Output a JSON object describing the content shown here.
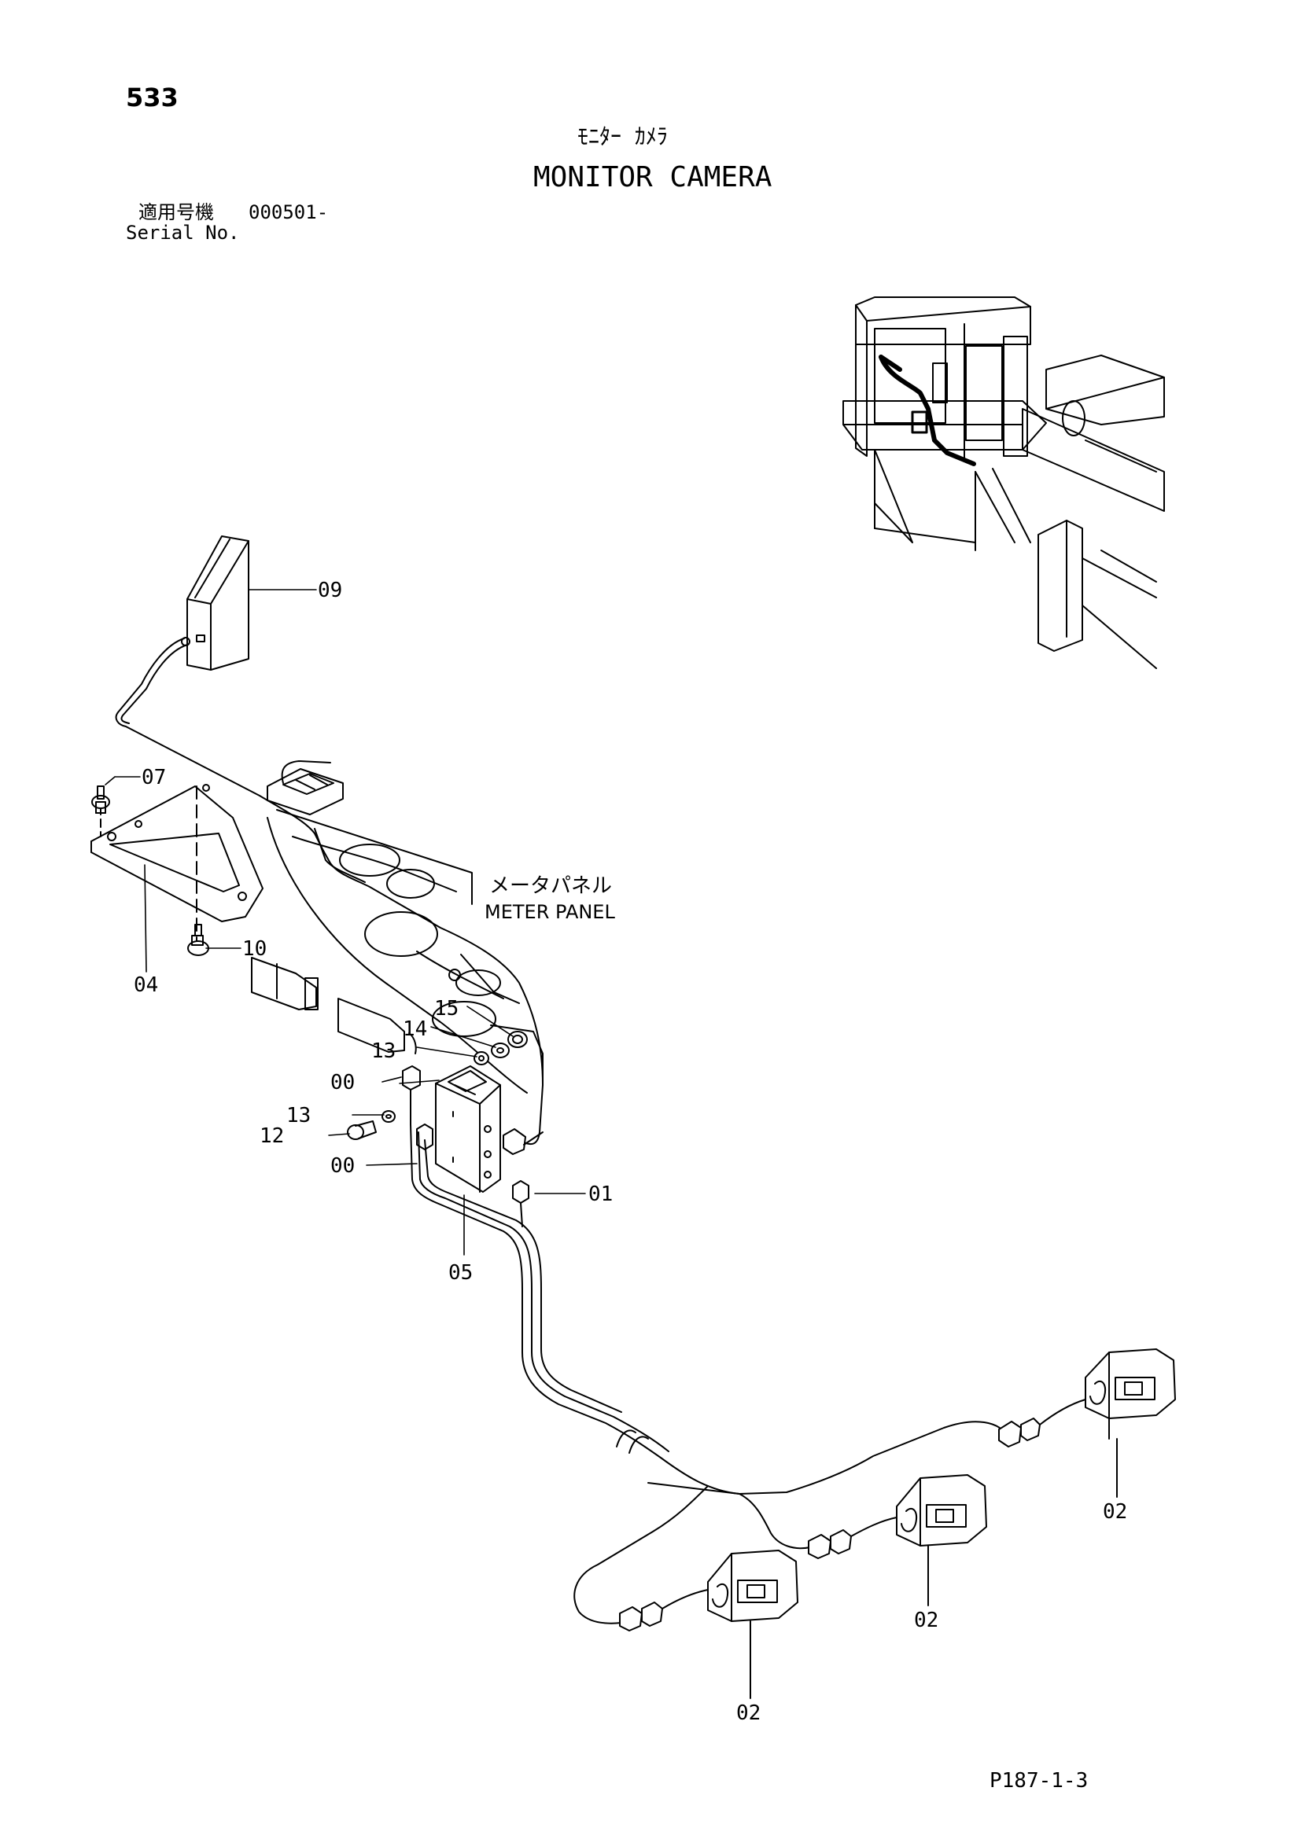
{
  "page": {
    "number": "533",
    "title_jp": "ﾓﾆﾀｰ ｶﾒﾗ",
    "title_en": "MONITOR CAMERA",
    "serial_label_jp": "適用号機",
    "serial_range": "000501-",
    "serial_label_en": "Serial No.",
    "page_ref": "P187-1-3"
  },
  "annotations": {
    "meter_panel_jp": "メータパネル",
    "meter_panel_en": "METER PANEL"
  },
  "callouts": [
    {
      "id": "c09",
      "label": "09"
    },
    {
      "id": "c07",
      "label": "07"
    },
    {
      "id": "c04",
      "label": "04"
    },
    {
      "id": "c10",
      "label": "10"
    },
    {
      "id": "c15",
      "label": "15"
    },
    {
      "id": "c14",
      "label": "14"
    },
    {
      "id": "c13a",
      "label": "13"
    },
    {
      "id": "c00a",
      "label": "00"
    },
    {
      "id": "c13b",
      "label": "13"
    },
    {
      "id": "c12",
      "label": "12"
    },
    {
      "id": "c00b",
      "label": "00"
    },
    {
      "id": "c01",
      "label": "01"
    },
    {
      "id": "c05",
      "label": "05"
    },
    {
      "id": "c02a",
      "label": "02"
    },
    {
      "id": "c02b",
      "label": "02"
    },
    {
      "id": "c02c",
      "label": "02"
    }
  ]
}
